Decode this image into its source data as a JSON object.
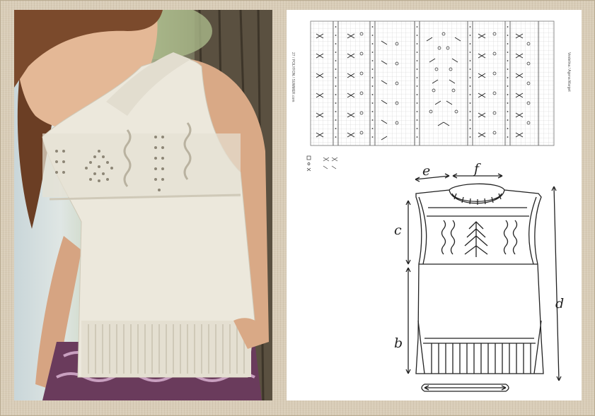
{
  "pattern": {
    "chart_side_text_left": "27 / POLYFON / SUMMER.com",
    "chart_side_text_right": "Vestelina / Agena Marget",
    "measurements": {
      "e": "e",
      "f": "f",
      "c": "c",
      "d": "d",
      "b": "b"
    }
  },
  "colors": {
    "mat": "#d9cdb8",
    "panel": "#ffffff",
    "knit_cream": "#ece8dc",
    "line": "#222222"
  },
  "icons": {
    "photo": "woman-wearing-knit-vest",
    "chart": "knitting-chart-grid",
    "schematic": "vest-schematic-drawing"
  }
}
